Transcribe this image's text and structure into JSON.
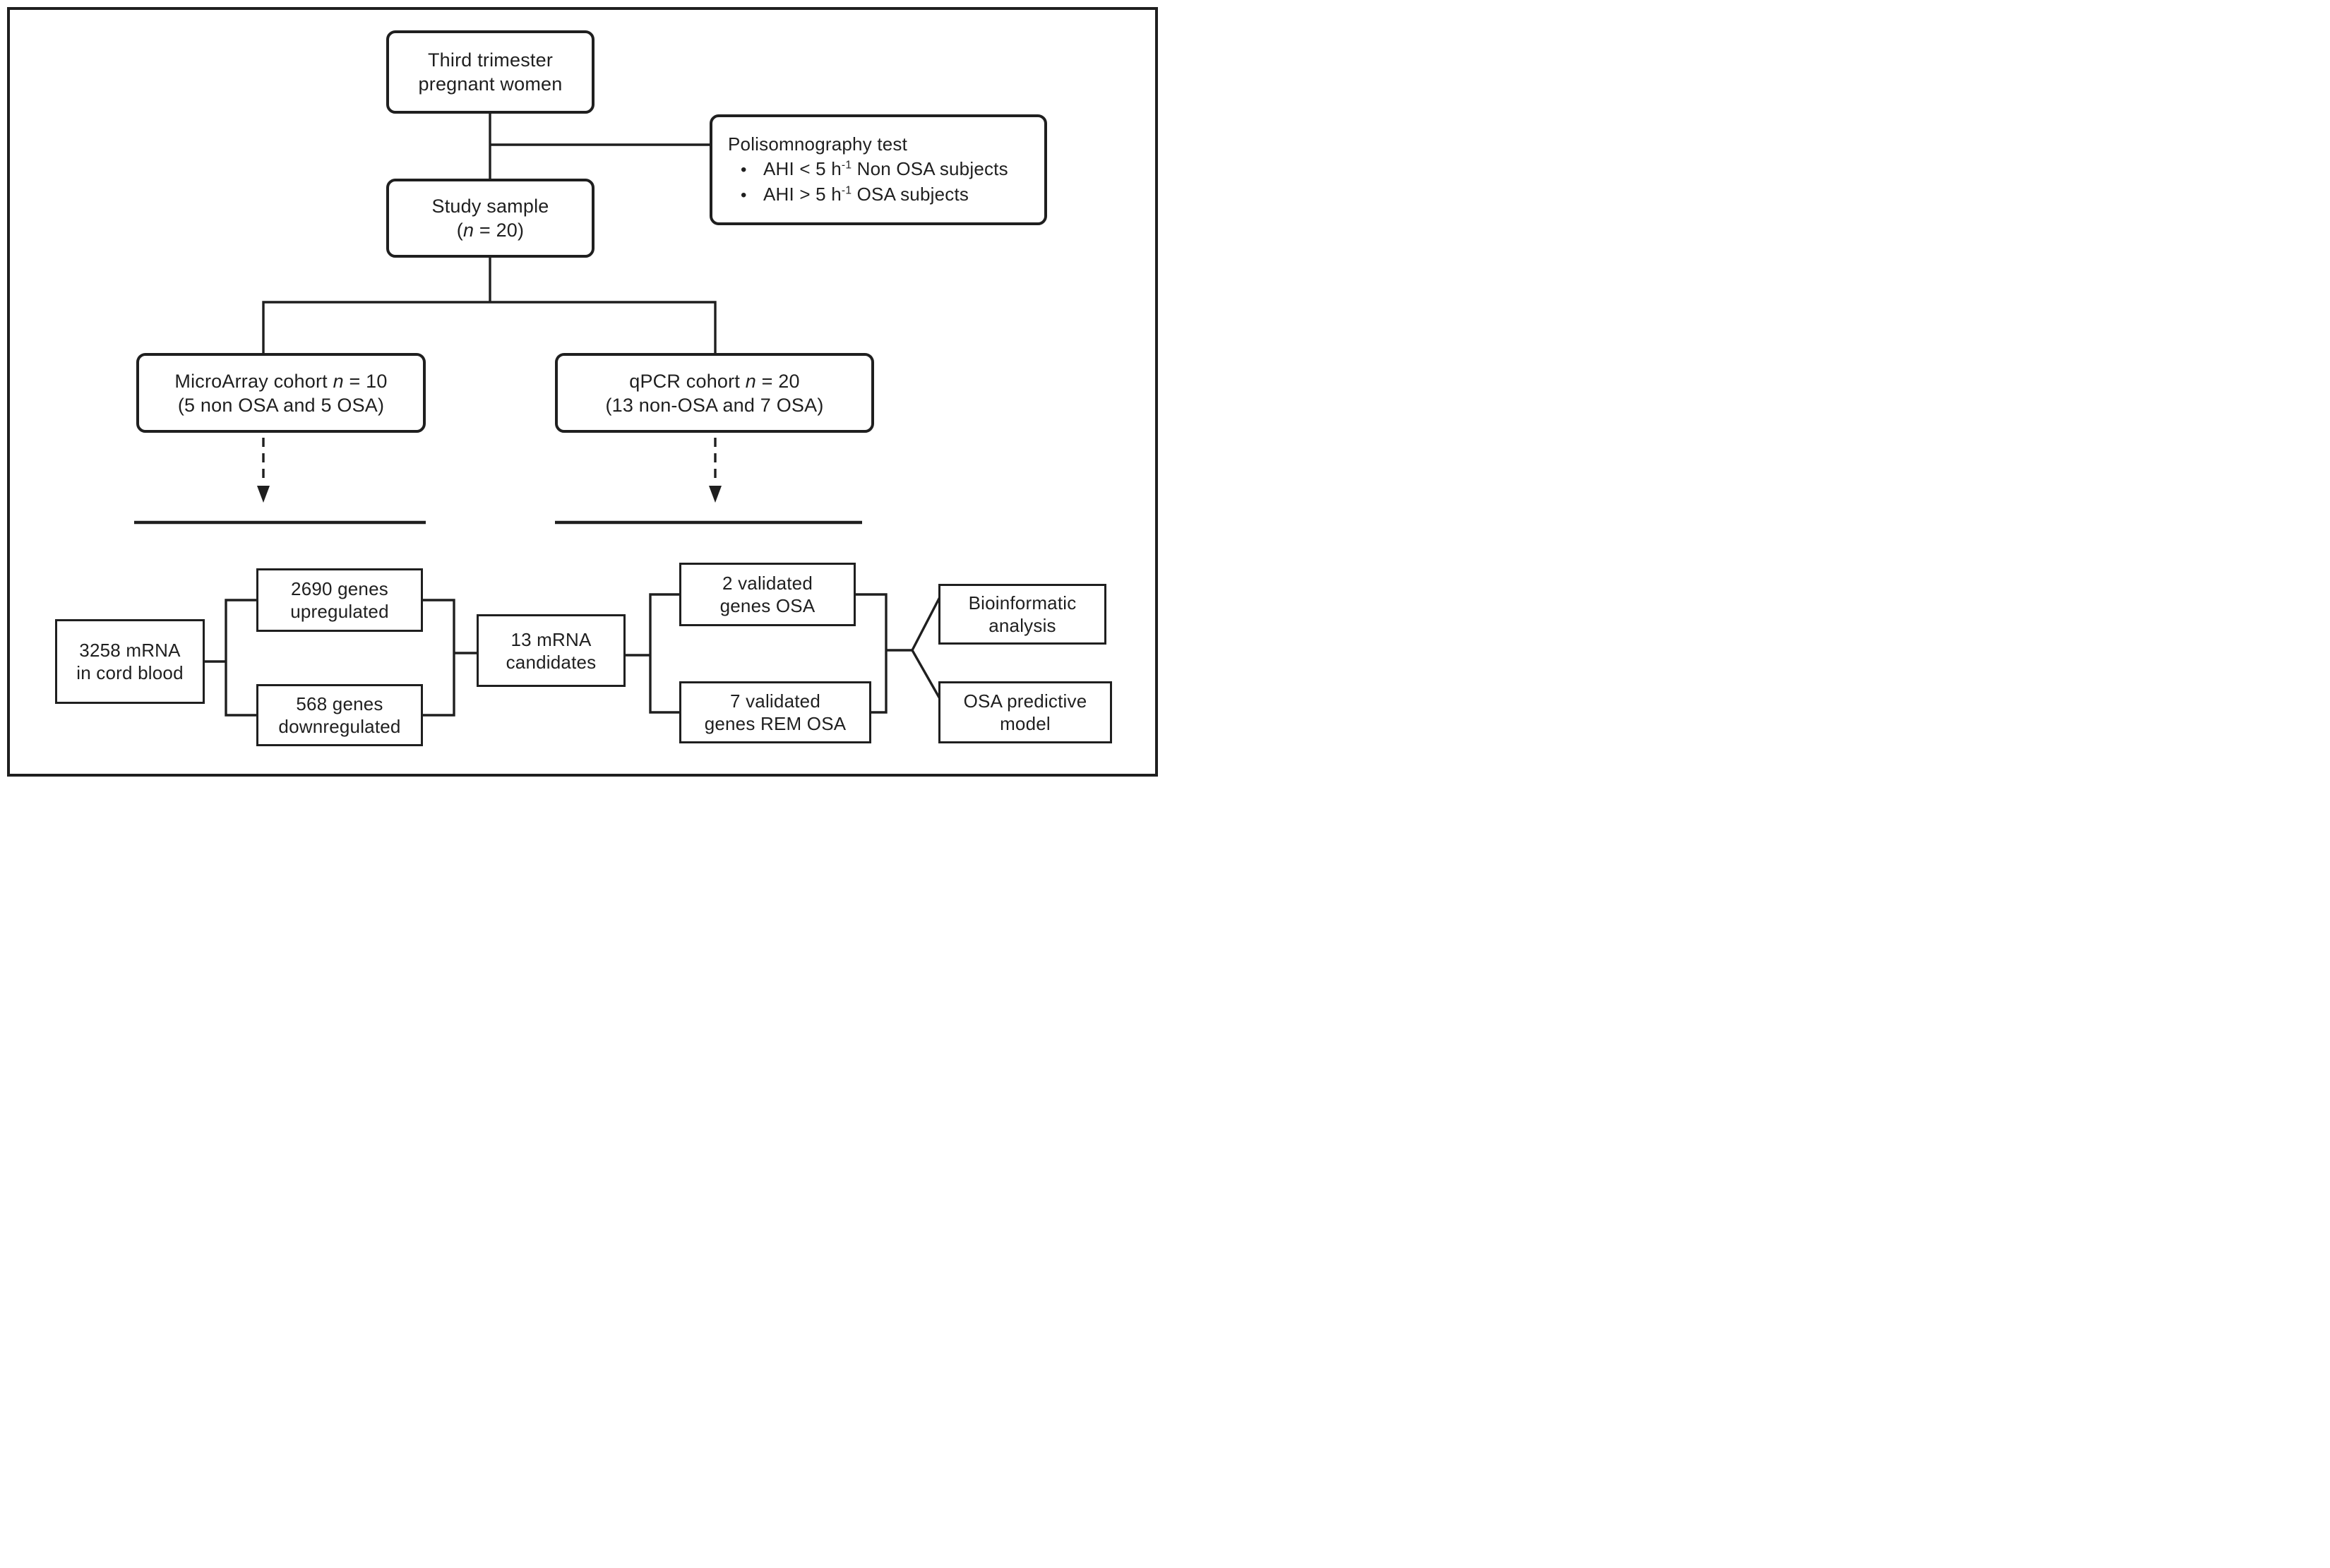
{
  "colors": {
    "ink": "#1f1f1f",
    "paper": "#ffffff"
  },
  "top_box": {
    "line1": "Third trimester",
    "line2": "pregnant women"
  },
  "psg_box": {
    "title": "Polisomnography test",
    "bullet_char": "•",
    "bullets": [
      {
        "pre": "AHI < 5 h",
        "sup": "-1",
        "post": " Non OSA subjects"
      },
      {
        "pre": "AHI > 5 h",
        "sup": "-1",
        "post": " OSA subjects"
      }
    ]
  },
  "study_box": {
    "line1": "Study sample",
    "n_pre": "(",
    "n": "n",
    "n_post": " = 20)"
  },
  "microarray_box": {
    "n_pre": "MicroArray cohort ",
    "n": "n",
    "n_post": " = 10",
    "line2": "(5 non OSA and 5 OSA)"
  },
  "qpcr_box": {
    "n_pre": "qPCR cohort ",
    "n": "n",
    "n_post": " = 20",
    "line2": "(13 non-OSA and 7 OSA)"
  },
  "mrna_box": {
    "line1": "3258 mRNA",
    "line2": "in cord blood"
  },
  "up_box": {
    "line1": "2690 genes",
    "line2": "upregulated"
  },
  "down_box": {
    "line1": "568 genes",
    "line2": "downregulated"
  },
  "cand_box": {
    "line1": "13 mRNA",
    "line2": "candidates"
  },
  "vosa_box": {
    "line1": "2 validated",
    "line2": "genes OSA"
  },
  "vrem_box": {
    "line1": "7 validated",
    "line2": "genes REM OSA"
  },
  "bio_box": {
    "line1": "Bioinformatic",
    "line2": "analysis"
  },
  "pred_box": {
    "line1": "OSA predictive",
    "line2": "model"
  }
}
